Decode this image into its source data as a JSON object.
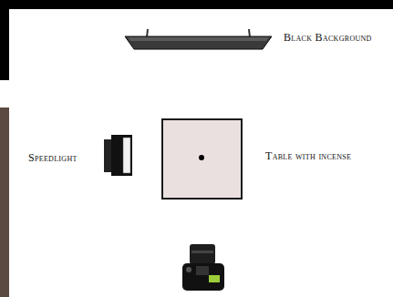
{
  "diagram": {
    "labels": [
      "Black Background",
      "Speedlight",
      "Table with incense"
    ]
  }
}
